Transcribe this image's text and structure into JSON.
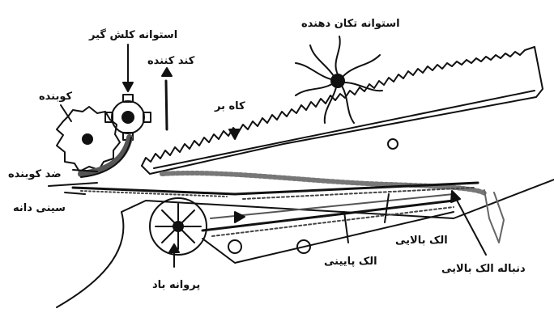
{
  "labels": {
    "shaker_cylinder": "استوانه تکان دهنده",
    "pickup_cylinder": "استوانه کلش گیر",
    "feeder": "کند کننده",
    "beater": "کوبنده",
    "straw_walker": "کاه بر",
    "concave": "ضد کوبنده",
    "grain_pan": "سینی دانه",
    "upper_sieve": "الک بالایی",
    "lower_sieve": "الک پایینی",
    "upper_sieve_extension": "دنباله الک بالایی",
    "fan": "پروانه باد"
  }
}
